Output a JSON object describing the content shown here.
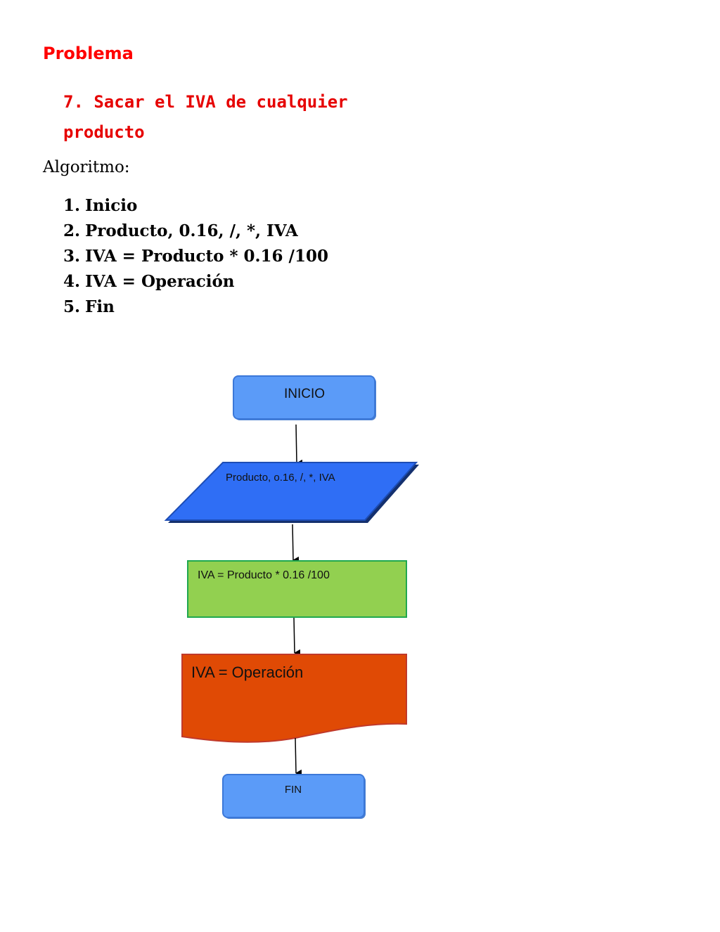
{
  "heading": "Problema",
  "problem": {
    "number": "7.",
    "text": "Sacar el IVA de cualquier producto"
  },
  "algorithm_label": "Algoritmo:",
  "steps": [
    {
      "num": "1.",
      "text": "Inicio"
    },
    {
      "num": "2.",
      "text": "Producto, 0.16, /, *, IVA"
    },
    {
      "num": "3.",
      "text": "IVA = Producto * 0.16 /100"
    },
    {
      "num": "4.",
      "text": "IVA = Operación"
    },
    {
      "num": "5.",
      "text": "Fin"
    }
  ],
  "flowchart": {
    "start": "INICIO",
    "input": "Producto, o.16, /, *, IVA",
    "process": "IVA = Producto * 0.16 /100",
    "output": "IVA = Operación",
    "end": "FIN"
  },
  "colors": {
    "heading": "#ff0000",
    "terminal_fill": "#5b9bf8",
    "input_fill": "#2f6ef5",
    "process_fill": "#92d050",
    "output_fill": "#e04a05"
  }
}
